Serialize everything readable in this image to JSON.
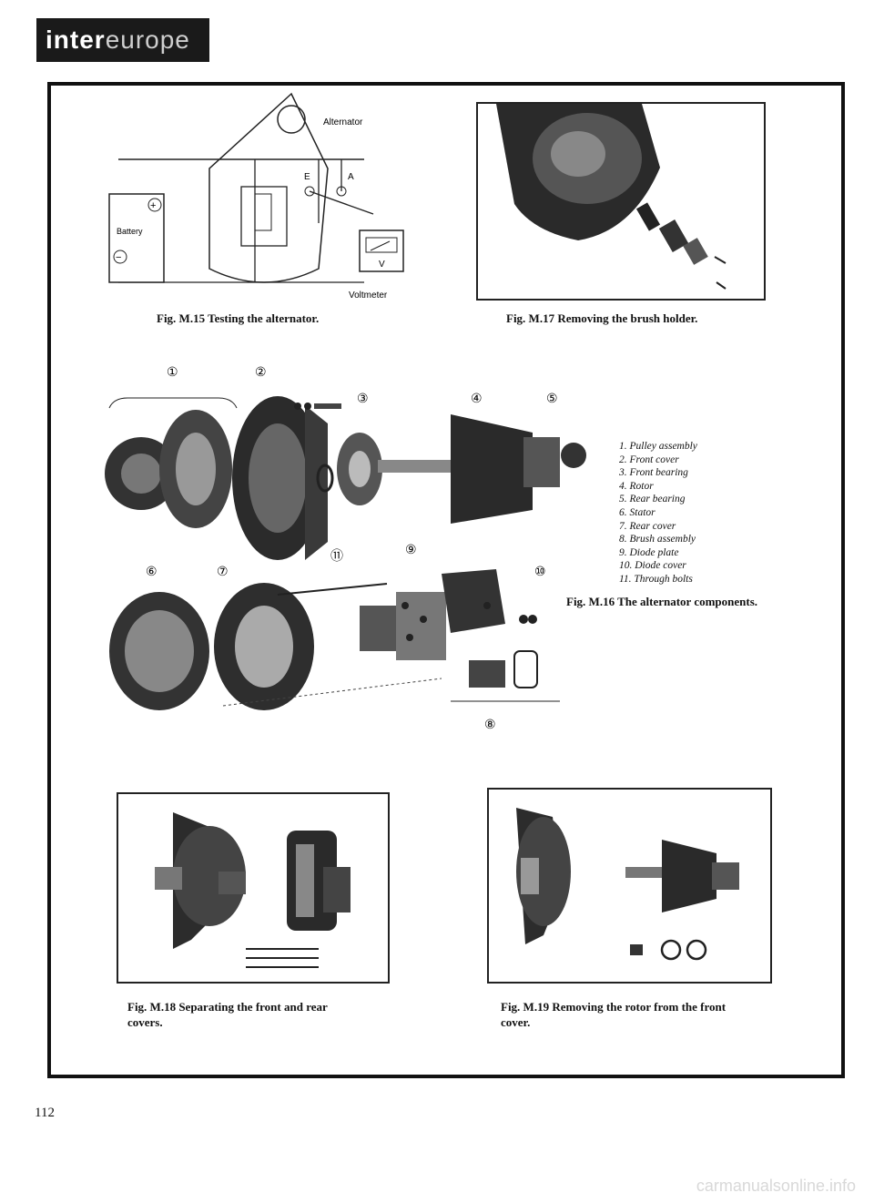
{
  "header": {
    "brand_dark": "inter",
    "brand_light": "europe"
  },
  "figures": {
    "m15": {
      "caption": "Fig. M.15 Testing the alternator.",
      "labels": {
        "alternator": "Alternator",
        "battery": "Battery",
        "voltmeter": "Voltmeter",
        "e": "E",
        "a": "A",
        "v": "V",
        "plus": "+",
        "minus": "−"
      }
    },
    "m17": {
      "caption": "Fig. M.17 Removing the brush holder."
    },
    "m16": {
      "caption": "Fig. M.16 The alternator components.",
      "callouts": [
        "①",
        "②",
        "③",
        "④",
        "⑤",
        "⑥",
        "⑦",
        "⑪",
        "⑨",
        "⑩",
        "⑧"
      ],
      "legend": [
        "1. Pulley assembly",
        "2. Front cover",
        "3. Front bearing",
        "4. Rotor",
        "5. Rear bearing",
        "6. Stator",
        "7. Rear cover",
        "8. Brush assembly",
        "9. Diode plate",
        "10. Diode cover",
        "11. Through bolts"
      ]
    },
    "m18": {
      "caption_line1": "Fig. M.18 Separating the front and rear",
      "caption_line2": "covers."
    },
    "m19": {
      "caption_line1": "Fig. M.19 Removing the rotor from the front",
      "caption_line2": "cover."
    }
  },
  "footer": {
    "page_number": "112",
    "watermark": "carmanualsonline.info"
  }
}
